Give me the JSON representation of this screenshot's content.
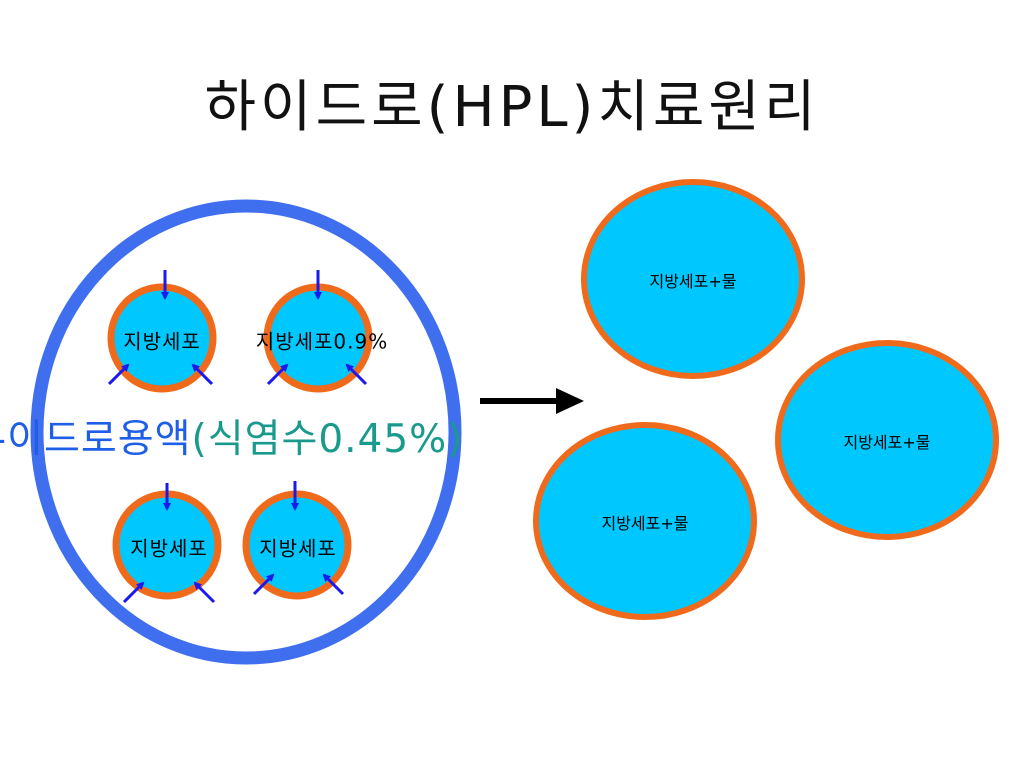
{
  "title": "하이드로(HPL)치료원리",
  "solution": {
    "name": "-이드로용액",
    "detail": "(식염수0.45%)"
  },
  "small_cells": [
    {
      "label": "지방세포"
    },
    {
      "label": "지방세포0.9%"
    },
    {
      "label": "지방세포"
    },
    {
      "label": "지방세포"
    }
  ],
  "result_cells": [
    {
      "label": "지방세포+물"
    },
    {
      "label": "지방세포+물"
    },
    {
      "label": "지방세포+물"
    }
  ],
  "colors": {
    "container_ring": "#3f6fef",
    "cell_fill": "#00c8ff",
    "cell_border": "#f06a1c",
    "arrow_small": "#1a1aee",
    "arrow_main": "#000000",
    "solution_name": "#1f5fe8",
    "solution_detail": "#1a9a8c"
  }
}
